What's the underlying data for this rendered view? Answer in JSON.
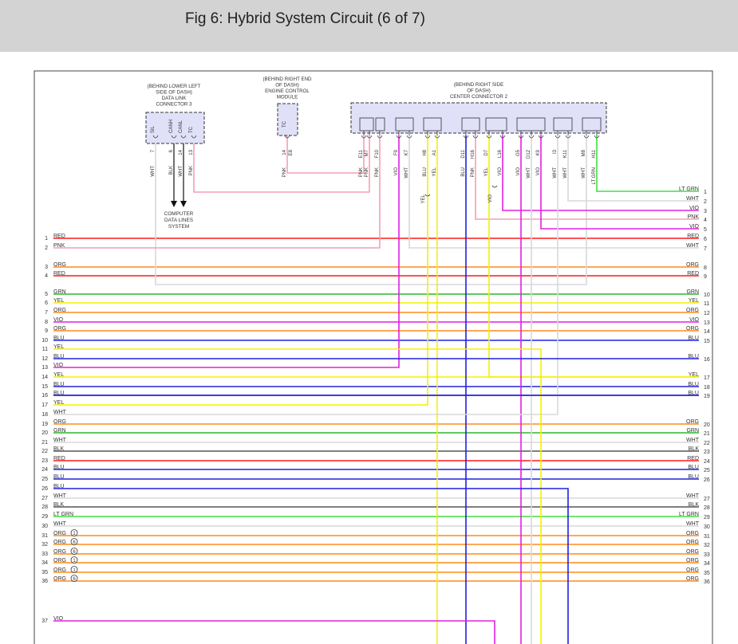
{
  "header": {
    "title": "Fig 6: Hybrid System Circuit (6 of 7)"
  },
  "components": {
    "dlc": {
      "lines": [
        "(BEHIND LOWER LEFT",
        "SIDE OF DASH)",
        "DATA LINK",
        "CONNECTOR 3"
      ],
      "pins": [
        {
          "num": "7",
          "name": "SIL"
        },
        {
          "num": "6",
          "name": "CANH"
        },
        {
          "num": "14",
          "name": "CANL"
        },
        {
          "num": "13",
          "name": "TC"
        }
      ]
    },
    "ecm": {
      "lines": [
        "(BEHIND RIGHT END",
        "OF DASH)",
        "ENGINE CONTROL",
        "MODULE"
      ],
      "pins": [
        {
          "num": "14",
          "name": "TC"
        }
      ],
      "connector": "E8"
    },
    "cc2": {
      "lines": [
        "(BEHIND RIGHT SIDE",
        "OF DASH)",
        "CENTER CONNECTOR 2"
      ],
      "pins": [
        "E11",
        "M7",
        "F10",
        "F9",
        "K7",
        "H8",
        "A1",
        "D11",
        "H16",
        "D7",
        "L16",
        "G5",
        "D12",
        "K9",
        "I3",
        "K11",
        "M8",
        "H11"
      ]
    },
    "cdl": {
      "lines": [
        "COMPUTER",
        "DATA LINES",
        "SYSTEM"
      ]
    }
  },
  "wires": {
    "dlc_colors": [
      "WHT",
      "BLK",
      "WHT",
      "PNK"
    ],
    "ecm_color": "PNK",
    "cc2_colors": [
      "PNK",
      "PNK",
      "PNK",
      "VIO",
      "WHT",
      "BLU",
      "YEL",
      "BLU",
      "PNK",
      "YEL",
      "VIO",
      "VIO",
      "WHT",
      "VIO",
      "WHT",
      "WHT",
      "WHT",
      "LT GRN"
    ],
    "mid_labels": [
      {
        "text": "YEL"
      },
      {
        "text": "VIO"
      }
    ]
  },
  "left_rows": [
    {
      "num": "1",
      "label": "RED"
    },
    {
      "num": "2",
      "label": "PNK"
    },
    {
      "num": "3",
      "label": "ORG"
    },
    {
      "num": "4",
      "label": "RED"
    },
    {
      "num": "5",
      "label": "GRN"
    },
    {
      "num": "6",
      "label": "YEL"
    },
    {
      "num": "7",
      "label": "ORG"
    },
    {
      "num": "8",
      "label": "VIO"
    },
    {
      "num": "9",
      "label": "ORG"
    },
    {
      "num": "10",
      "label": "BLU"
    },
    {
      "num": "11",
      "label": "YEL"
    },
    {
      "num": "12",
      "label": "BLU"
    },
    {
      "num": "13",
      "label": "VIO"
    },
    {
      "num": "14",
      "label": "YEL"
    },
    {
      "num": "15",
      "label": "BLU"
    },
    {
      "num": "16",
      "label": "BLU"
    },
    {
      "num": "17",
      "label": "YEL"
    },
    {
      "num": "18",
      "label": "WHT"
    },
    {
      "num": "19",
      "label": "ORG"
    },
    {
      "num": "20",
      "label": "GRN"
    },
    {
      "num": "21",
      "label": "WHT"
    },
    {
      "num": "22",
      "label": "BLK"
    },
    {
      "num": "23",
      "label": "RED"
    },
    {
      "num": "24",
      "label": "BLU"
    },
    {
      "num": "25",
      "label": "BLU"
    },
    {
      "num": "26",
      "label": "BLU"
    },
    {
      "num": "27",
      "label": "WHT"
    },
    {
      "num": "28",
      "label": "BLK"
    },
    {
      "num": "29",
      "label": "LT GRN"
    },
    {
      "num": "30",
      "label": "WHT"
    },
    {
      "num": "31",
      "label": "ORG",
      "note": "1"
    },
    {
      "num": "32",
      "label": "ORG",
      "note": "6"
    },
    {
      "num": "33",
      "label": "ORG",
      "note": "6"
    },
    {
      "num": "34",
      "label": "ORG",
      "note": "1"
    },
    {
      "num": "35",
      "label": "ORG",
      "note": "1"
    },
    {
      "num": "36",
      "label": "ORG",
      "note": "6"
    },
    {
      "num": "37",
      "label": "VIO"
    }
  ],
  "right_rows": [
    {
      "num": "1",
      "label": "LT GRN"
    },
    {
      "num": "2",
      "label": "WHT"
    },
    {
      "num": "3",
      "label": "VIO"
    },
    {
      "num": "4",
      "label": "PNK"
    },
    {
      "num": "5",
      "label": "VIO"
    },
    {
      "num": "6",
      "label": "RED"
    },
    {
      "num": "7",
      "label": "WHT"
    },
    {
      "num": "8",
      "label": "ORG"
    },
    {
      "num": "9",
      "label": "RED"
    },
    {
      "num": "10",
      "label": "GRN"
    },
    {
      "num": "11",
      "label": "YEL"
    },
    {
      "num": "12",
      "label": "ORG"
    },
    {
      "num": "13",
      "label": "VIO"
    },
    {
      "num": "14",
      "label": "ORG"
    },
    {
      "num": "15",
      "label": "BLU"
    },
    {
      "num": "16",
      "label": "BLU"
    },
    {
      "num": "17",
      "label": "YEL"
    },
    {
      "num": "18",
      "label": "BLU"
    },
    {
      "num": "19",
      "label": "BLU"
    },
    {
      "num": "20",
      "label": "ORG"
    },
    {
      "num": "21",
      "label": "GRN"
    },
    {
      "num": "22",
      "label": "WHT"
    },
    {
      "num": "23",
      "label": "BLK"
    },
    {
      "num": "24",
      "label": "RED"
    },
    {
      "num": "25",
      "label": "BLU"
    },
    {
      "num": "26",
      "label": "BLU"
    },
    {
      "num": "27",
      "label": "WHT"
    },
    {
      "num": "28",
      "label": "BLK"
    },
    {
      "num": "29",
      "label": "LT GRN"
    },
    {
      "num": "30",
      "label": "WHT"
    },
    {
      "num": "31",
      "label": "ORG"
    },
    {
      "num": "32",
      "label": "ORG"
    },
    {
      "num": "33",
      "label": "ORG"
    },
    {
      "num": "34",
      "label": "ORG"
    },
    {
      "num": "35",
      "label": "ORG"
    },
    {
      "num": "36",
      "label": "ORG"
    }
  ],
  "colors": {
    "RED": "#ff1a1a",
    "PNK": "#f4a0b4",
    "ORG": "#ff8c1a",
    "GRN": "#2fb52f",
    "YEL": "#f5f000",
    "VIO": "#e020e0",
    "BLU": "#2020e0",
    "WHT": "#d8d8d8",
    "BLK": "#555555",
    "LT GRN": "#44dd44",
    "frame": "#444444",
    "connector": "#e0e0f8"
  }
}
